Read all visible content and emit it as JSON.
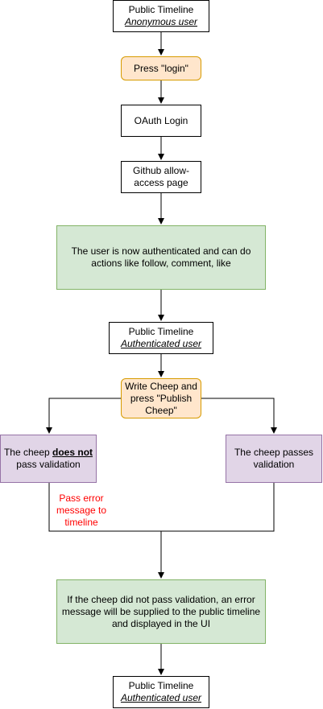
{
  "nodes": {
    "start": {
      "title": "Public Timeline",
      "subtitle": "Anonymous user"
    },
    "press_login": {
      "text": "Press \"login\""
    },
    "oauth": {
      "text": "OAuth Login"
    },
    "github": {
      "line1": "Github allow-",
      "line2": "access page"
    },
    "authenticated": {
      "line1": "The user is now authenticated and can do",
      "line2": "actions like follow, comment, like"
    },
    "timeline_auth": {
      "title": "Public Timeline",
      "subtitle": "Authenticated user"
    },
    "write_cheep": {
      "line1": "Write Cheep and",
      "line2": "press \"Publish",
      "line3": "Cheep\""
    },
    "fail": {
      "pre": "The cheep ",
      "emphasis": "does not",
      "line2": "pass validation"
    },
    "pass": {
      "line1": "The cheep passes",
      "line2": "validation"
    },
    "result": {
      "line1": "If the cheep did not pass validation, an error",
      "line2": "message will be supplied to the public timeline",
      "line3": "and displayed in the UI"
    },
    "end": {
      "title": "Public Timeline",
      "subtitle": "Authenticated user"
    }
  },
  "edge_labels": {
    "error": {
      "line1": "Pass error",
      "line2": "message to",
      "line3": "timeline"
    }
  },
  "colors": {
    "orange_fill": "#ffe6cc",
    "orange_stroke": "#d79b00",
    "green_fill": "#d5e8d4",
    "green_stroke": "#82b366",
    "purple_fill": "#e1d5e7",
    "purple_stroke": "#9673a6",
    "label_red": "#ff0000"
  }
}
